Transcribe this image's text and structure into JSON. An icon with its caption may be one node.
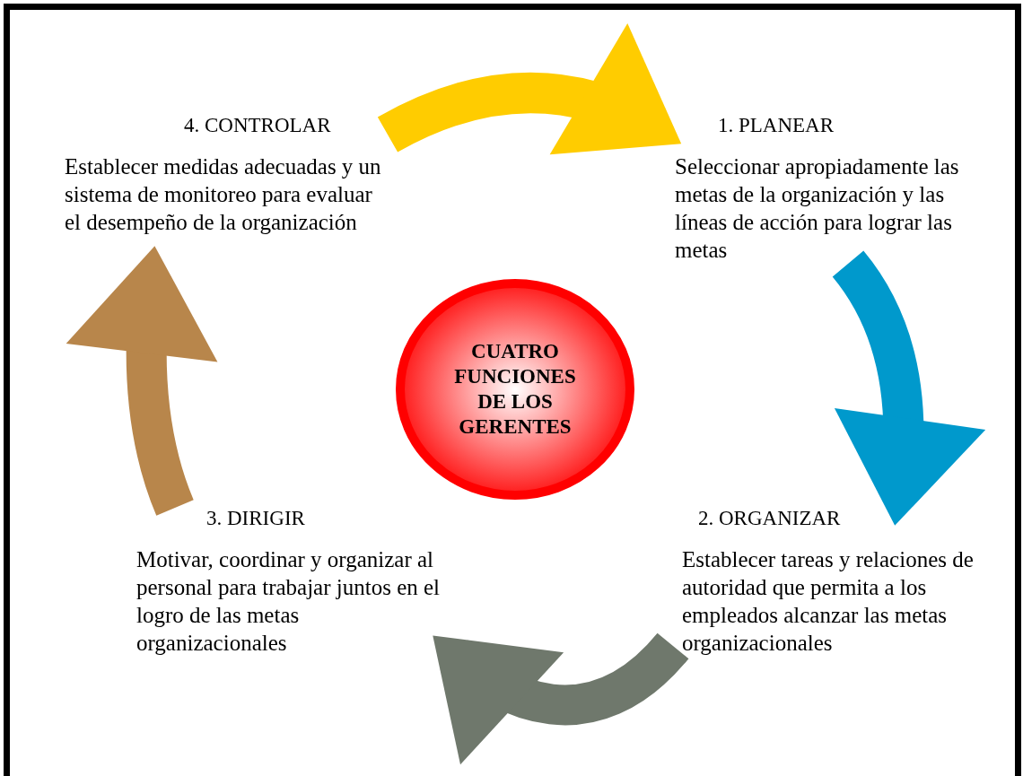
{
  "diagram": {
    "nodes": [
      {
        "text": [
          "4. CONTROLAR",
          "Establecer medidas adecuadas y un sistema de monitoreo para evaluar el desempeño de la organización"
        ]
      },
      {
        "text": [
          "1. PLANEAR",
          "Seleccionar apropiadamente las metas de la organización y las líneas de acción para lograr las metas"
        ]
      },
      {
        "text": [
          "CUATRO FUNCIONES DE LOS GERENTES"
        ]
      },
      {
        "text": [
          "3. DIRIGIR",
          "Motivar, coordinar y organizar al personal para trabajar juntos en el logro de las metas organizacionales"
        ]
      },
      {
        "text": [
          "2. ORGANIZAR",
          "Establecer tareas y relaciones de autoridad que permita a los empleados alcanzar las metas organizacionales"
        ]
      }
    ],
    "edges": [
      {
        "from": 0,
        "to": 1,
        "arrow": "to",
        "color": "#ffcc00"
      },
      {
        "from": 1,
        "to": 4,
        "arrow": "to",
        "color": "#0099cc"
      },
      {
        "from": 4,
        "to": 3,
        "arrow": "to",
        "color": "#6f786c"
      },
      {
        "from": 3,
        "to": 0,
        "arrow": "to",
        "color": "#b8864b"
      }
    ]
  }
}
